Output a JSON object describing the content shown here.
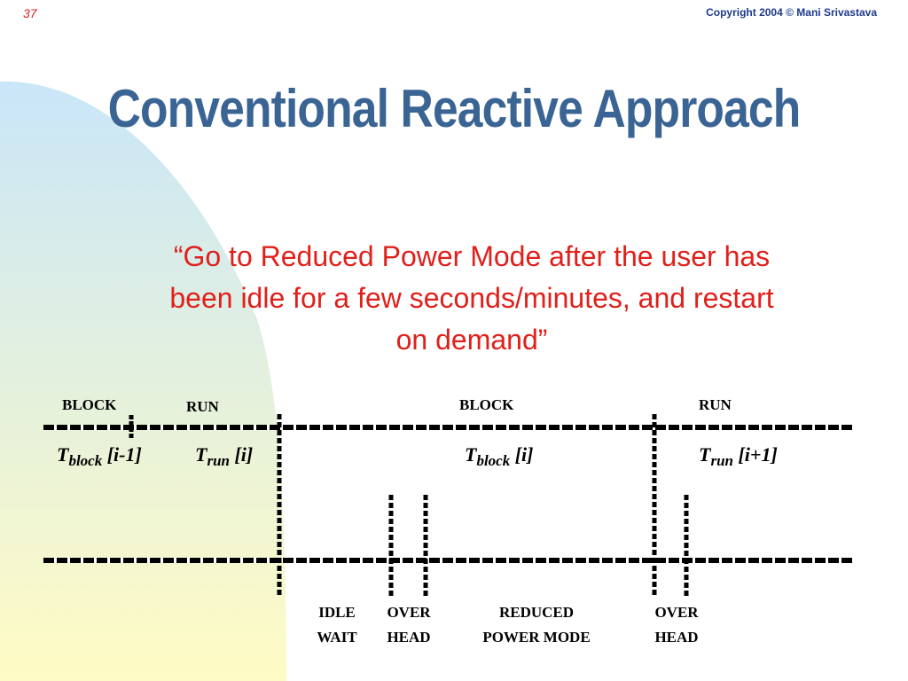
{
  "colors": {
    "title": "#3A6493",
    "quote": "#E0201B",
    "slide_number": "#D62020",
    "copyright": "#1F3A8A",
    "bg_blue": "#C9E6F8",
    "bg_yellow": "#FFFBC4"
  },
  "header": {
    "slide_number": "37",
    "copyright": "Copyright 2004 © Mani Srivastava"
  },
  "title": "Conventional Reactive Approach",
  "quote": {
    "line1": "“Go to Reduced Power Mode after the user has",
    "line2": "been idle for a few seconds/minutes, and restart",
    "line3": "on demand”"
  },
  "diagram": {
    "top_labels": {
      "block1": "BLOCK",
      "run1": "RUN",
      "block2": "BLOCK",
      "run2": "RUN"
    },
    "time_labels": {
      "t1": {
        "base": "T",
        "sub": "block",
        "tail": " [i-1]"
      },
      "t2": {
        "base": "T",
        "sub": "run",
        "tail": " [i]"
      },
      "t3": {
        "base": "T",
        "sub": "block",
        "tail": " [i]"
      },
      "t4": {
        "base": "T",
        "sub": "run",
        "tail": " [i+1]"
      }
    },
    "bottom_labels": {
      "idle_wait": {
        "l1": "IDLE",
        "l2": "WAIT"
      },
      "overhead1": {
        "l1": "OVER",
        "l2": "HEAD"
      },
      "reduced": {
        "l1": "REDUCED",
        "l2": "POWER MODE"
      },
      "overhead2": {
        "l1": "OVER",
        "l2": "HEAD"
      }
    }
  }
}
